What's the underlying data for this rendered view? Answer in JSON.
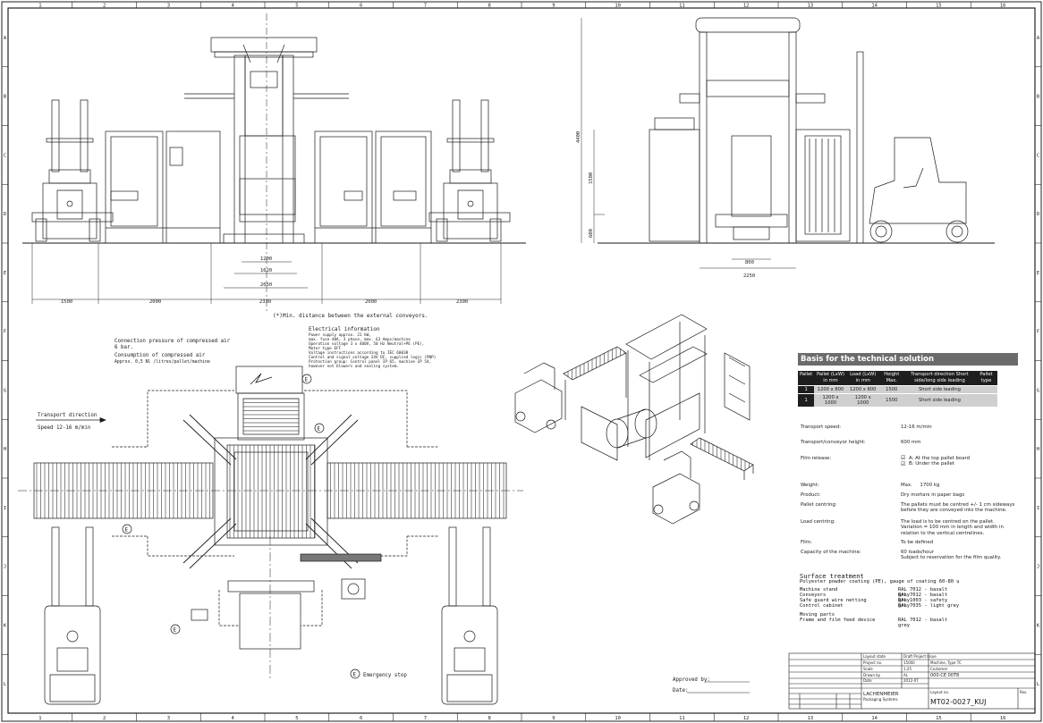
{
  "grid": {
    "cols": [
      "1",
      "2",
      "3",
      "4",
      "5",
      "6",
      "7",
      "8",
      "9",
      "10",
      "11",
      "12",
      "13",
      "14",
      "15",
      "16"
    ],
    "rows": [
      "A",
      "B",
      "C",
      "D",
      "E",
      "F",
      "G",
      "H",
      "I",
      "J",
      "K",
      "L"
    ]
  },
  "front_view": {
    "dims_bottom": [
      "1500",
      "2000",
      "2330",
      "2000",
      "2300"
    ],
    "dims_center": [
      "1200",
      "1620",
      "2050"
    ],
    "footnote": "Min. distance between the external conveyors."
  },
  "side_view": {
    "dims_vertical": [
      "4400",
      "1500",
      "600"
    ],
    "dims_bottom": [
      "800",
      "2250"
    ]
  },
  "plan_view": {
    "compressed_air_title": "Connection pressure of compressed air",
    "compressed_air_value": "6 bar.",
    "consumption_title": "Consumption of compressed air",
    "consumption_value": "Approx. 0,5 Nl /litres/pallet/machine",
    "electrical_title": "Electrical information",
    "electrical_lines": [
      "Power supply approx. 21 kW,",
      "max. fuse 40A, 3 phase, max. 63 Amps/machine",
      "Operation voltage 3 x 400V, 50 Hz Neutral+PE (PE),",
      "Motor type EFF",
      "Voltage instructions according to IEC 60038",
      "Control and signal voltage 24V DC, supplied logic (PNP)",
      "Protection group: Control panel IP 65, machine IP 54,",
      "however not blowers and sealing system."
    ],
    "transport_direction": "Transport direction",
    "speed": "Speed 12-16 m/min",
    "emergency_marker": "E",
    "emergency_legend": "Emergency stop",
    "approved_by": "Approved by:",
    "date": "Date:"
  },
  "spec": {
    "title": "Basis for the technical solution",
    "headers": [
      "Pallet",
      "Pallet (LxW) in mm",
      "Load (LxW) in mm",
      "Height Max.",
      "Transport direction Short side/long side leading",
      "Pallet type"
    ],
    "rows": [
      [
        "1",
        "1200 x 800",
        "1200 x 800",
        "1500",
        "Short side leading",
        ""
      ],
      [
        "1",
        "1200 x 1000",
        "1200 x 1000",
        "1500",
        "Short side leading",
        ""
      ]
    ],
    "props": [
      {
        "label": "Transport speed:",
        "value": "12-16 m/min"
      },
      {
        "label": "Transport/conveyor height:",
        "value": "600 mm"
      },
      {
        "label": "Film release:",
        "value": "A: At the top pallet board\nB: Under the pallet"
      },
      {
        "label": "Weight:",
        "value": "Max.     1700 kg"
      },
      {
        "label": "Product:",
        "value": "Dry mortars in paper bags"
      },
      {
        "label": "Pallet centring:",
        "value": "The pallets must be centred +/- 1 cm sideways before they are conveyed into the machine."
      },
      {
        "label": "Load centring:",
        "value": "The load is to be centred on the pallet. Variation = 100 mm in length and width in relation to the vertical centrelines."
      },
      {
        "label": "Film:",
        "value": "To be defined"
      },
      {
        "label": "Capacity of the machine:",
        "value": "60 loads/hour\nSubject to reservation for the film quality."
      }
    ]
  },
  "surface": {
    "title": "Surface treatment",
    "subtitle": "Polyester powder coating (PE), gauge of coating 60-80 u",
    "items": [
      {
        "label": "Machine stand",
        "value": "RAL 7012 - basalt grey"
      },
      {
        "label": "Conveyors",
        "value": "RAL 7012 - basalt grey"
      },
      {
        "label": "Safe guard wire netting",
        "value": "RAL 1003 - safety grey"
      },
      {
        "label": "Control cabinet",
        "value": "RAL 7035 - light grey"
      },
      {
        "label": "Moving parts",
        "value": ""
      },
      {
        "label": "Frame and film feed device",
        "value": "RAL 7012 - basalt grey"
      }
    ]
  },
  "title_block": {
    "layout_state": "Layout state",
    "layout_state_value": "Draft Project Issue",
    "project_no": "Project no.",
    "project_no_value": "15000",
    "machine": "Machine, Type TC",
    "scale": "Scale",
    "scale_value": "1:25",
    "customer": "Customer",
    "drawn_by": "Drawn by",
    "drawn_by_value": "AL",
    "ref": "000-CE 00T8",
    "date": "Date",
    "date_value": "2012-07",
    "company": "LACHENMEIER",
    "company_sub": "Packaging Systems",
    "layout_no_label": "Layout no.",
    "layout_no": "MT02-0027_KUJ",
    "rev": "Rev."
  }
}
